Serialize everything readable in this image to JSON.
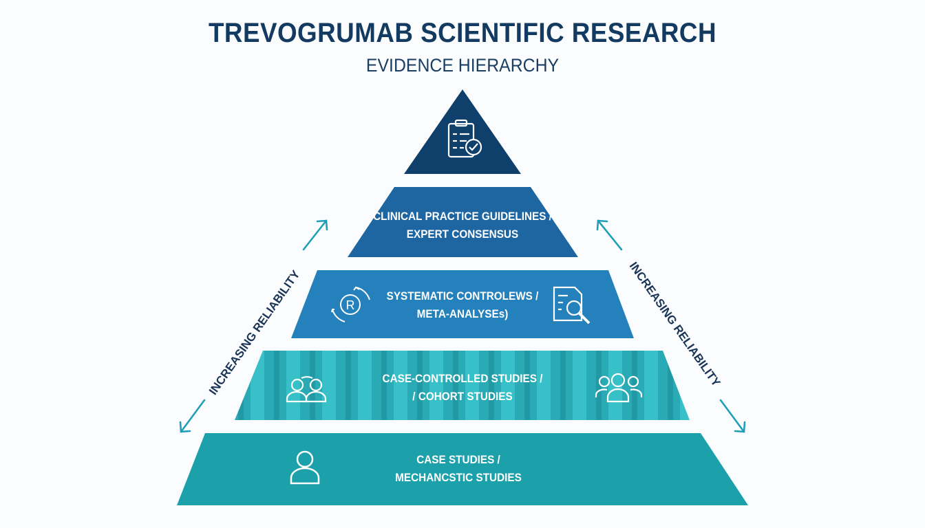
{
  "title": "TREVOGRUMAB SCIENTIFIC RESEARCH",
  "subtitle": "EVIDENCE HIERARCHY",
  "tiers": [
    {
      "icon": "clipboard-check-icon",
      "line1": "",
      "line2": "",
      "color": "#0f3f6b"
    },
    {
      "line1": "CLINICAL PRACTICE GUIDELINES /",
      "line2": "EXPERT CONSENSUS",
      "color": "#1e66a2"
    },
    {
      "line1": "SYSTEMATIC CONTROLEWS /",
      "line2": "META-ANALYSEs)",
      "color": "#2581bb",
      "icons": [
        "registered-cycle-icon",
        "document-search-icon"
      ]
    },
    {
      "line1": "CASE-CONTROLLED STUDIES /",
      "line2": "/ COHORT STUDIES",
      "color": "#2db2bd",
      "icons": [
        "pair-of-people-icon",
        "group-of-people-icon"
      ]
    },
    {
      "line1": "CASE STUDIES /",
      "line2": "MECHANCSTIC STUDIES",
      "color": "#1ca1ab",
      "icons": [
        "person-icon"
      ]
    }
  ],
  "side_labels": {
    "left": "INCREASING RELIABILITY",
    "right": "INCREASING RELIABILITY"
  },
  "colors": {
    "title": "#133a60",
    "arrow": "#1f9fb6"
  }
}
